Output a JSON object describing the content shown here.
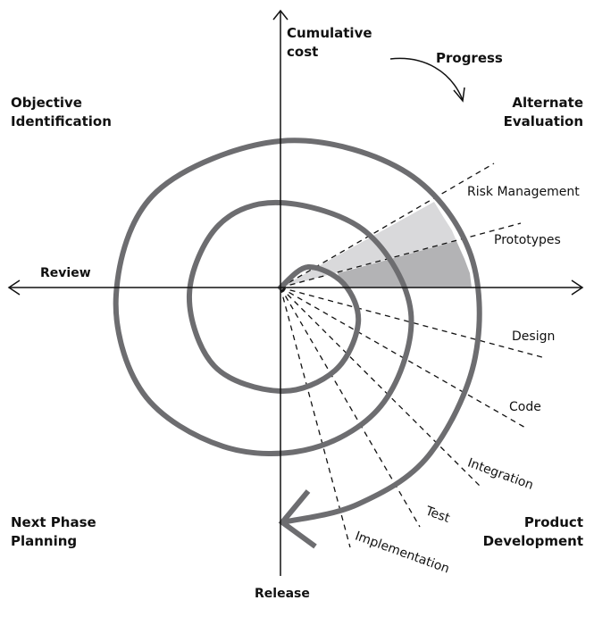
{
  "axes": {
    "y_label_line1": "Cumulative",
    "y_label_line2": "cost",
    "x_left_label": "Review",
    "y_bottom_label": "Release"
  },
  "progress_label": "Progress",
  "quadrants": {
    "top_left": [
      "Objective",
      "Identification"
    ],
    "top_right": [
      "Alternate",
      "Evaluation"
    ],
    "bottom_left": [
      "Next Phase",
      "Planning"
    ],
    "bottom_right": [
      "Product",
      "Development"
    ]
  },
  "rays": [
    "Risk Management",
    "Prototypes",
    "Design",
    "Code",
    "Integration",
    "Test",
    "Implementation"
  ],
  "colors": {
    "spiral": "#6d6d70",
    "risk_fill": "#d9d9db",
    "prototype_fill": "#b3b3b5",
    "axis": "#111111"
  }
}
